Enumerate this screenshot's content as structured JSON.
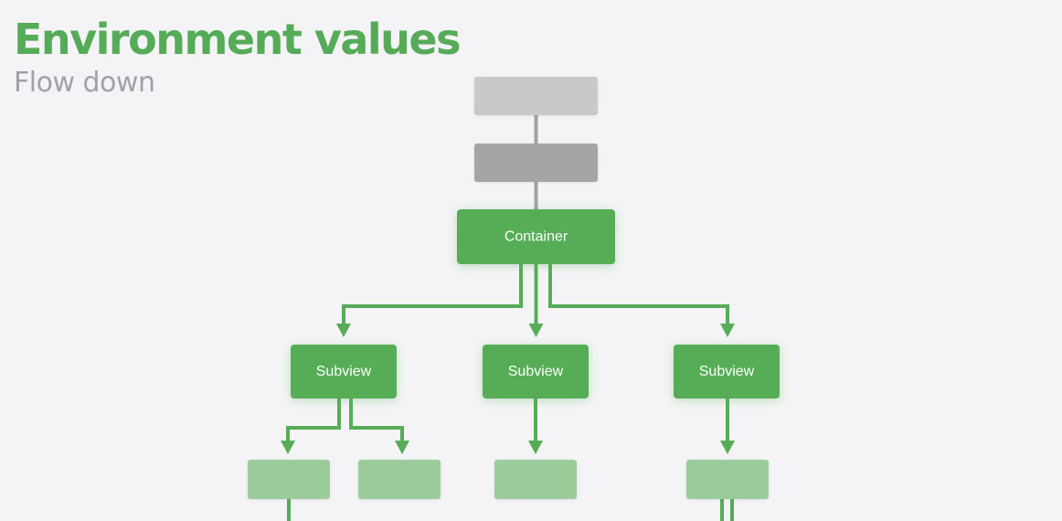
{
  "header": {
    "title": "Environment values",
    "subtitle": "Flow down"
  },
  "colors": {
    "background": "#f4f4f6",
    "title": "#56ab58",
    "subtitle": "#a2a2a6",
    "node_green": "#57ad57",
    "node_light_green": "#9ccc9b",
    "node_light_gray": "#c8c9cb",
    "node_mid_gray": "#a5a5a7",
    "connector_gray": "#a2a2a4",
    "arrow_green": "#57ad57",
    "label_text": "#ffffff"
  },
  "nodes": {
    "ancestor_top": {
      "label": ""
    },
    "ancestor_parent": {
      "label": ""
    },
    "container": {
      "label": "Container"
    },
    "subview_left": {
      "label": "Subview"
    },
    "subview_middle": {
      "label": "Subview"
    },
    "subview_right": {
      "label": "Subview"
    },
    "leaf_1": {
      "label": ""
    },
    "leaf_2": {
      "label": ""
    },
    "leaf_3": {
      "label": ""
    },
    "leaf_4": {
      "label": ""
    }
  }
}
